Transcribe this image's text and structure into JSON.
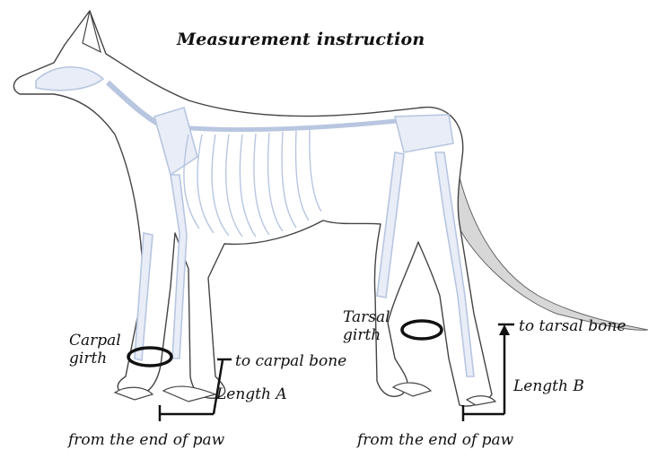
{
  "title": "Measurement instruction",
  "labels": {
    "carpal_girth_line1": "Carpal",
    "carpal_girth_line2": "girth",
    "to_carpal_bone": "to carpal bone",
    "length_a": "Length A",
    "from_paw_front": "from the end of paw",
    "tarsal_girth_line1": "Tarsal",
    "tarsal_girth_line2": "girth",
    "to_tarsal_bone": "to tarsal bone",
    "length_b": "Length B",
    "from_paw_rear": "from the end of paw"
  },
  "colors": {
    "outline": "#444444",
    "skeleton": "#b8c6e0",
    "skeleton_fill": "#e8edf7",
    "tail_fill": "#d7d7d7",
    "marker": "#111111"
  },
  "icons": [
    "dog-anatomy-illustration",
    "carpal-girth-ring",
    "tarsal-girth-ring",
    "length-a-bracket",
    "length-b-bracket"
  ]
}
